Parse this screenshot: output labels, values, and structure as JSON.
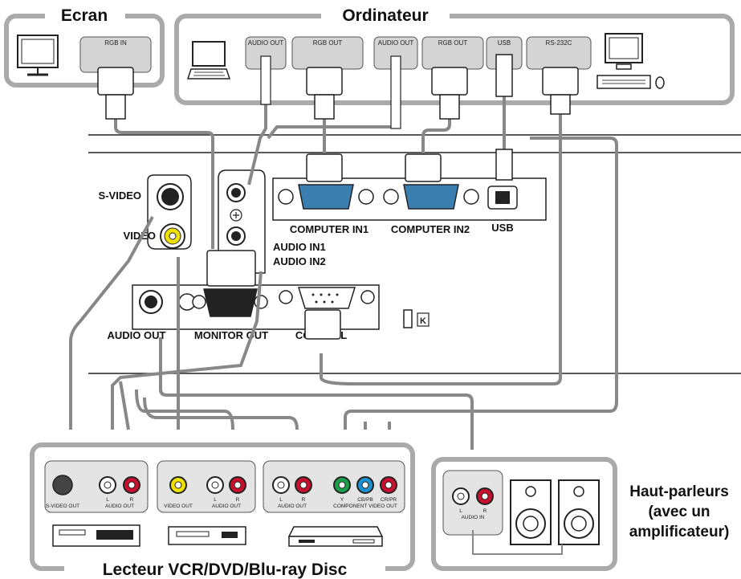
{
  "groups": {
    "ecran": "Ecran",
    "ordinateur": "Ordinateur",
    "lecteur": "Lecteur VCR/DVD/Blu-ray Disc",
    "hp_line1": "Haut-parleurs",
    "hp_line2": "(avec un",
    "hp_line3": "amplificateur)"
  },
  "ports": {
    "rgb_in": "RGB IN",
    "audio_out_1": "AUDIO OUT",
    "rgb_out_1": "RGB OUT",
    "audio_out_2": "AUDIO OUT",
    "rgb_out_2": "RGB OUT",
    "usb_pc": "USB",
    "rs232c": "RS-232C"
  },
  "projector": {
    "s_video": "S-VIDEO",
    "video": "VIDEO",
    "audio_in1": "AUDIO IN1",
    "audio_in2": "AUDIO IN2",
    "computer_in1": "COMPUTER IN1",
    "computer_in2": "COMPUTER IN2",
    "usb": "USB",
    "audio_out": "AUDIO OUT",
    "monitor_out": "MONITOR OUT",
    "control": "CONTROL"
  },
  "sources": {
    "s_video_out": "S-VIDEO OUT",
    "l": "L",
    "r": "R",
    "audio_out": "AUDIO OUT",
    "video_out": "VIDEO OUT",
    "y": "Y",
    "cb_pb": "CB/PB",
    "cr_pr": "CR/PR",
    "component_video_out": "COMPONENT VIDEO OUT",
    "audio_in": "AUDIO IN"
  },
  "colors": {
    "green": "#1aa04a",
    "blue": "#1e8fd0",
    "red": "#c8102e",
    "yellow": "#f0e000",
    "port_blue": "#3a7fb0"
  }
}
